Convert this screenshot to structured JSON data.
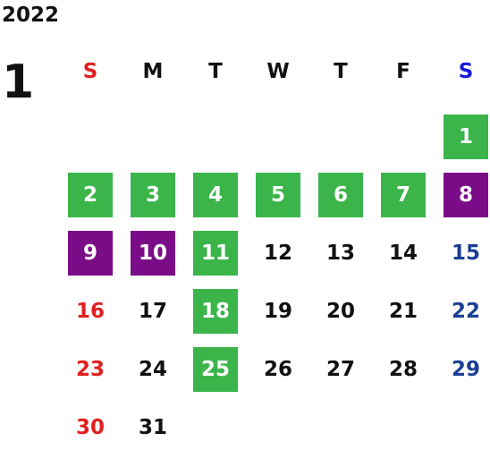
{
  "calendar": {
    "year": "2022",
    "month": "1",
    "weekdays": [
      "S",
      "M",
      "T",
      "W",
      "T",
      "F",
      "S"
    ],
    "first_weekday_index": 6,
    "days_in_month": 31,
    "colors": {
      "green_highlight": "#3bb54a",
      "purple_highlight": "#7a0d87",
      "sunday_text": "#e02020",
      "saturday_text": "#1b3f95",
      "saturday_header": "#1a1adf",
      "weekday_text": "#111111",
      "highlight_text": "#ffffff"
    },
    "green_days": [
      1,
      2,
      3,
      4,
      5,
      6,
      7,
      11,
      18,
      25
    ],
    "purple_days": [
      8,
      9,
      10
    ]
  }
}
